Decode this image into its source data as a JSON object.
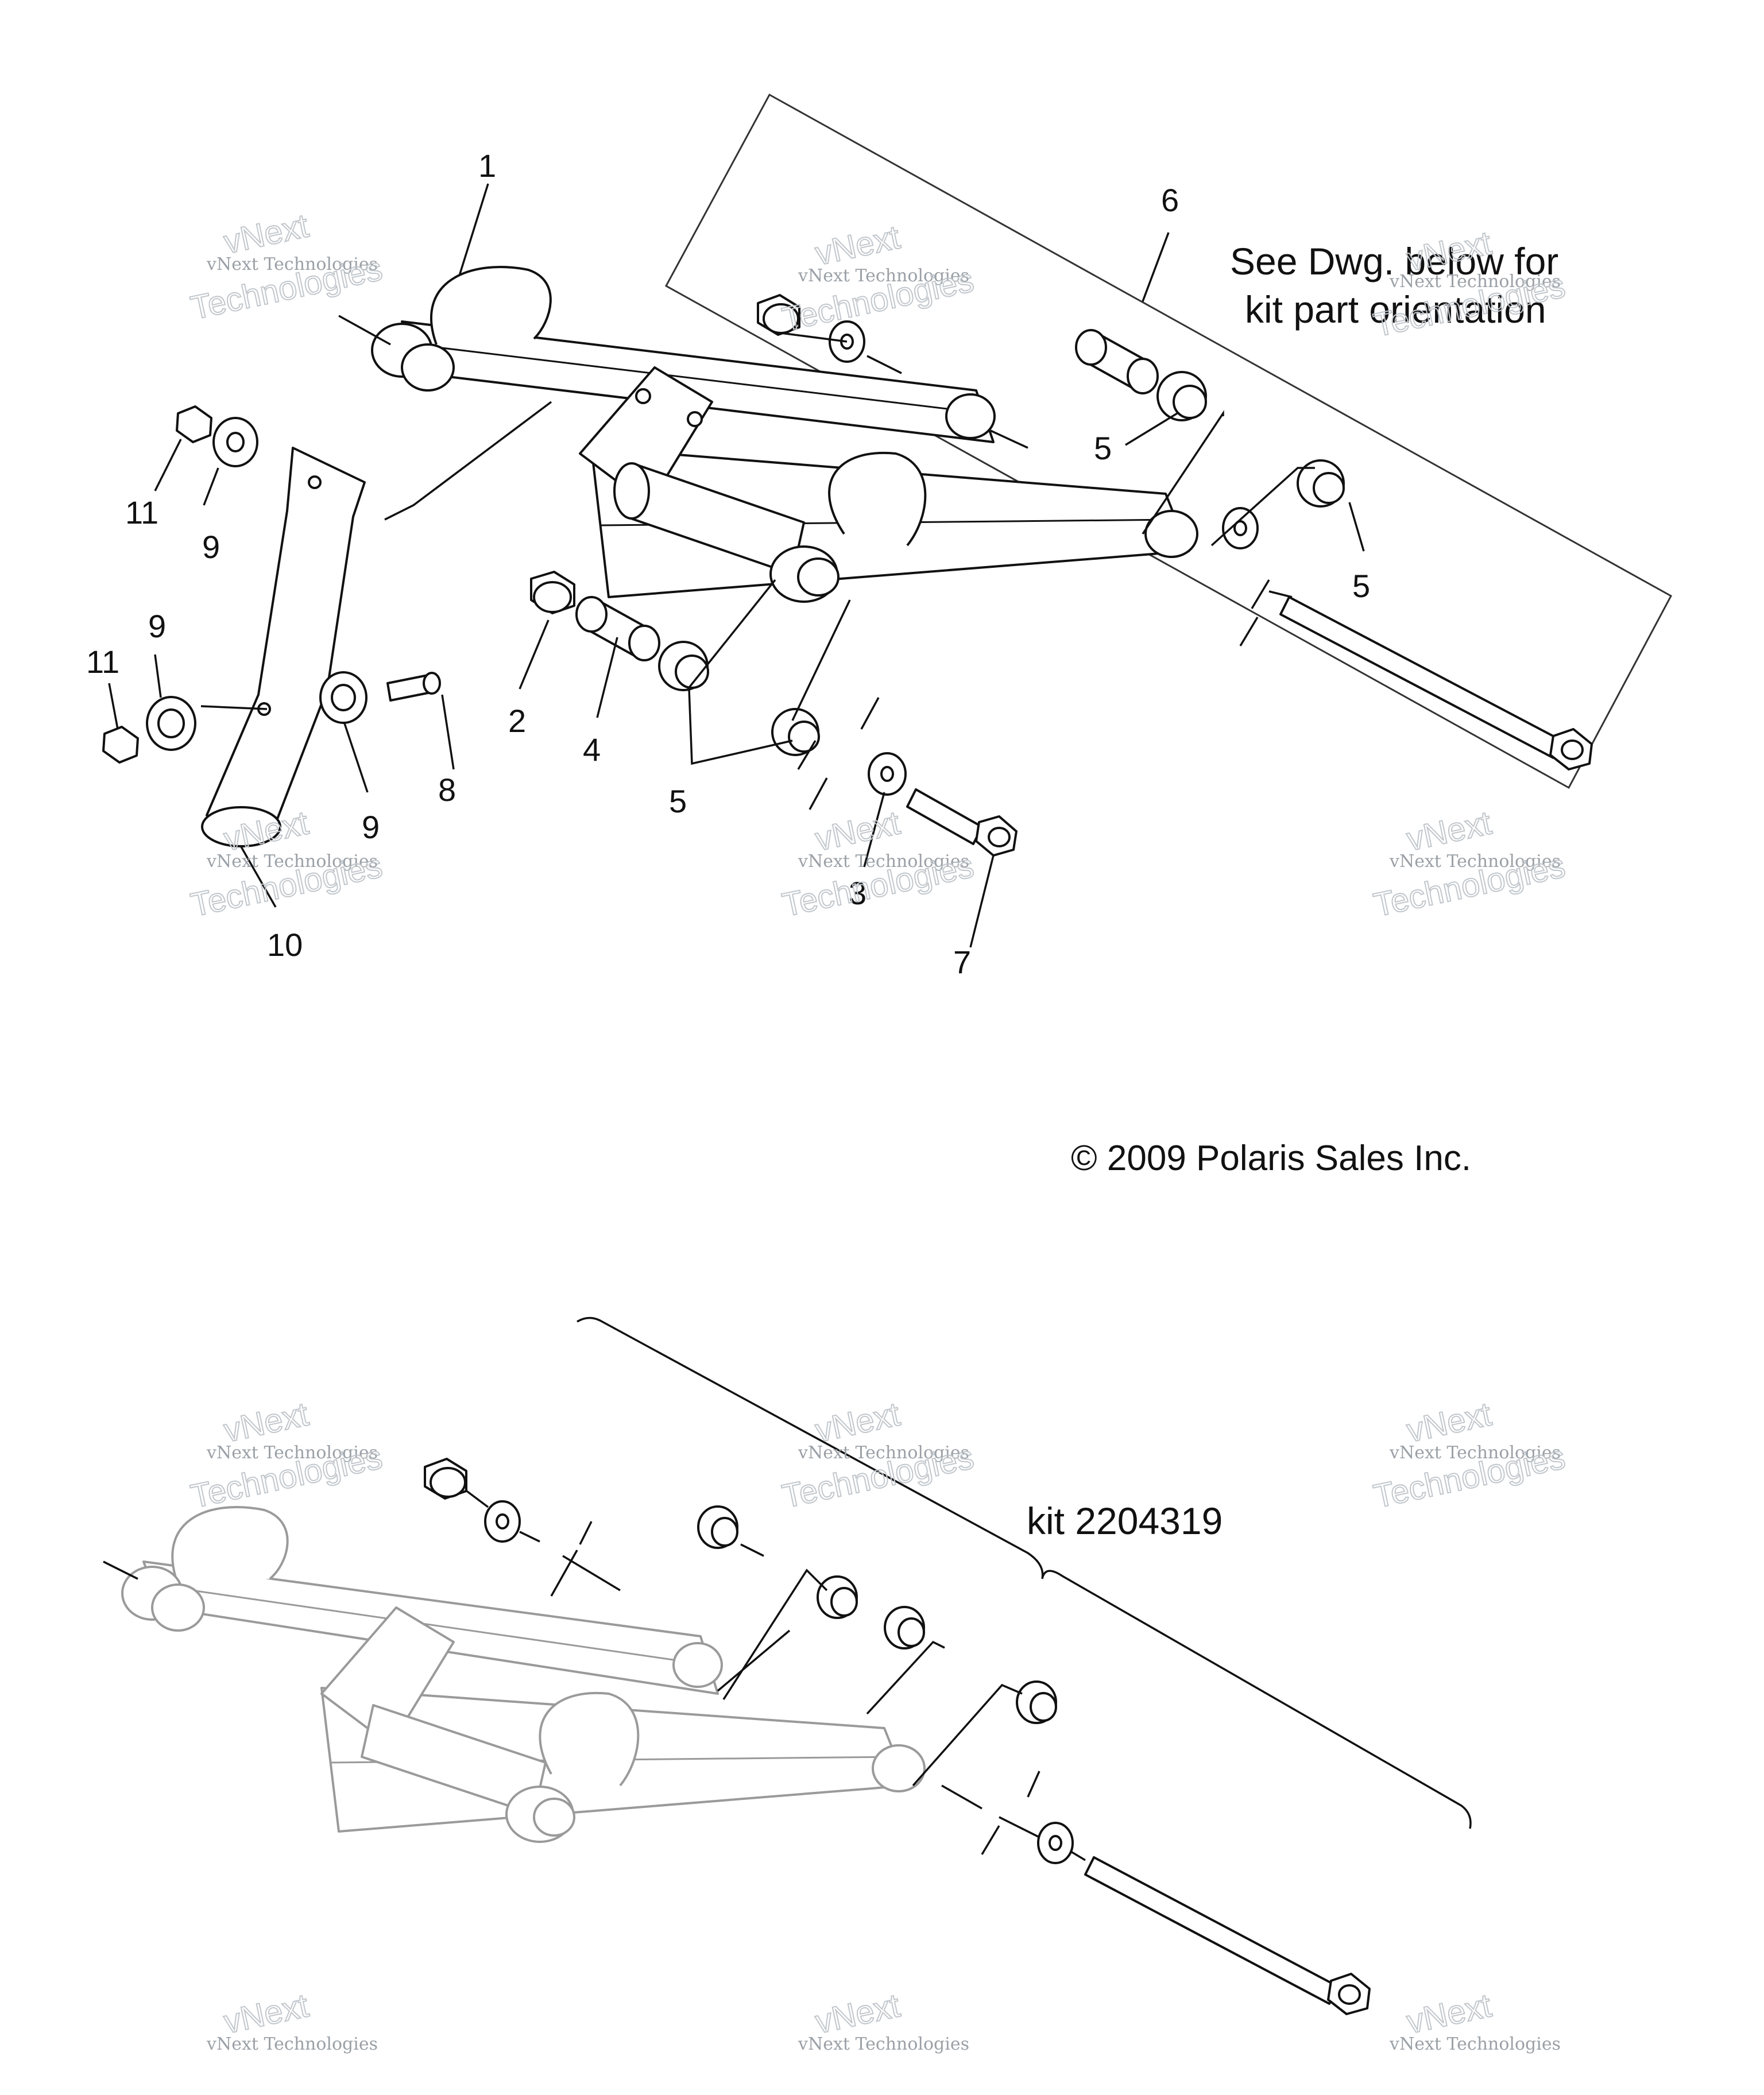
{
  "callouts": {
    "c1": "1",
    "c2": "2",
    "c3": "3",
    "c4": "4",
    "c5a": "5",
    "c5b": "5",
    "c5c": "5",
    "c6": "6",
    "c7": "7",
    "c8": "8",
    "c9a": "9",
    "c9b": "9",
    "c9c": "9",
    "c10": "10",
    "c11a": "11",
    "c11b": "11"
  },
  "note": {
    "line1": "See Dwg. below for",
    "line2": "kit part orientation"
  },
  "copyright": "© 2009 Polaris Sales Inc.",
  "kit_label": "kit 2204319",
  "watermark": {
    "line1": "vNext Technologies",
    "line2": "Technologies",
    "line3": "vNext"
  }
}
